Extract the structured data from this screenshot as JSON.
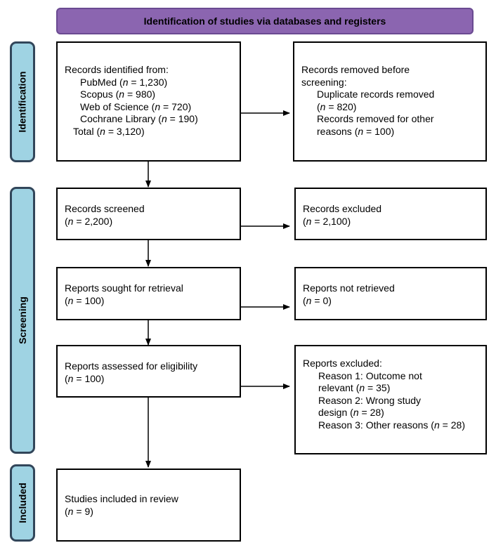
{
  "header": {
    "title": "Identification of studies via databases and registers"
  },
  "phases": {
    "identification": "Identification",
    "screening": "Screening",
    "included": "Included"
  },
  "identified": {
    "heading": "Records identified from:",
    "sources": [
      {
        "name": "PubMed",
        "count": "1,230"
      },
      {
        "name": "Scopus",
        "count": "980"
      },
      {
        "name": "Web of Science",
        "count": "720"
      },
      {
        "name": "Cochrane Library",
        "count": "190"
      }
    ],
    "total_label": "Total",
    "total": "3,120"
  },
  "removed": {
    "line1": "Records removed before",
    "line2": "screening:",
    "duplicates_label": "Duplicate records removed",
    "duplicates": "820",
    "other_label1": "Records removed for other",
    "other_label2": "reasons",
    "other": "100"
  },
  "screened": {
    "label": "Records screened",
    "n": "2,200"
  },
  "excluded": {
    "label": "Records excluded",
    "n": "2,100"
  },
  "sought": {
    "label": "Reports sought for retrieval",
    "n": "100"
  },
  "not_retrieved": {
    "label": "Reports not retrieved",
    "n": "0"
  },
  "assessed": {
    "label": "Reports assessed for eligibility",
    "n": "100"
  },
  "reports_excluded": {
    "heading": "Reports excluded:",
    "r1a": "Reason 1: Outcome not",
    "r1b": "relevant",
    "r1n": "35",
    "r2a": "Reason 2: Wrong study",
    "r2b": "design",
    "r2n": "28",
    "r3a": "Reason 3: Other reasons",
    "r3n": "28"
  },
  "included": {
    "label": "Studies included in review",
    "n": "9"
  }
}
